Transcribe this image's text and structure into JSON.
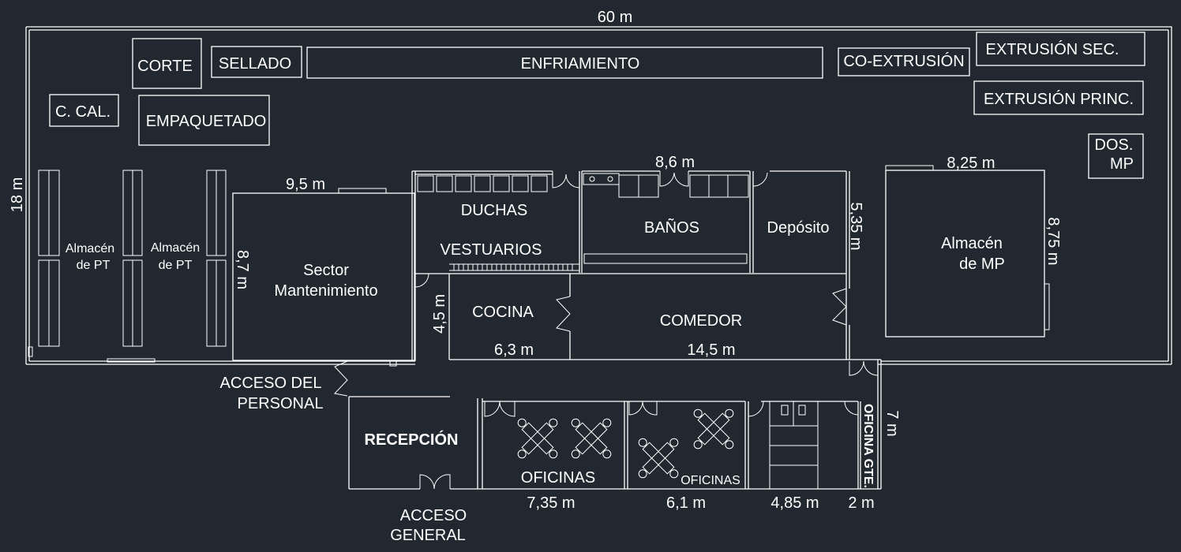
{
  "dimensions": {
    "total_width": "60 m",
    "total_depth": "18 m",
    "mantenimiento_width": "9,5 m",
    "mantenimiento_depth": "8,7 m",
    "banos_width": "8,6 m",
    "deposito_depth": "5,35 m",
    "almacen_mp_width": "8,25 m",
    "almacen_mp_depth": "8,75 m",
    "cocina_depth": "4,5 m",
    "cocina_width": "6,3 m",
    "comedor_width": "14,5 m",
    "offices_depth": "7 m",
    "oficinas1_width": "7,35 m",
    "oficinas2_width": "6,1 m",
    "toilets_width": "4,85 m",
    "gte_width": "2 m"
  },
  "rooms": {
    "corte": "CORTE",
    "sellado": "SELLADO",
    "enfriamiento": "ENFRIAMIENTO",
    "coextrusion": "CO-EXTRUSIÓN",
    "extrusion_sec": "EXTRUSIÓN SEC.",
    "extrusion_princ": "EXTRUSIÓN PRINC.",
    "c_cal": "C. CAL.",
    "empaquetado": "EMPAQUETADO",
    "dos_line1": "DOS.",
    "dos_line2": "MP",
    "almacen_pt_1_line1": "Almacén",
    "almacen_pt_1_line2": "de PT",
    "almacen_pt_2_line1": "Almacén",
    "almacen_pt_2_line2": "de PT",
    "mantenimiento_line1": "Sector",
    "mantenimiento_line2": "Mantenimiento",
    "duchas": "DUCHAS",
    "vestuarios": "VESTUARIOS",
    "banos": "BAÑOS",
    "deposito": "Depósito",
    "almacen_mp_line1": "Almacén",
    "almacen_mp_line2": "de MP",
    "cocina": "COCINA",
    "comedor": "COMEDOR",
    "recepcion": "RECEPCIÓN",
    "oficinas_1": "OFICINAS",
    "oficinas_2": "OFICINAS",
    "oficina_gte": "OFICINA GTE."
  },
  "access": {
    "personal_line1": "ACCESO DEL",
    "personal_line2": "PERSONAL",
    "general_line1": "ACCESO",
    "general_line2": "GENERAL"
  },
  "colors": {
    "background": "#212830",
    "lines": "#ffffff"
  }
}
